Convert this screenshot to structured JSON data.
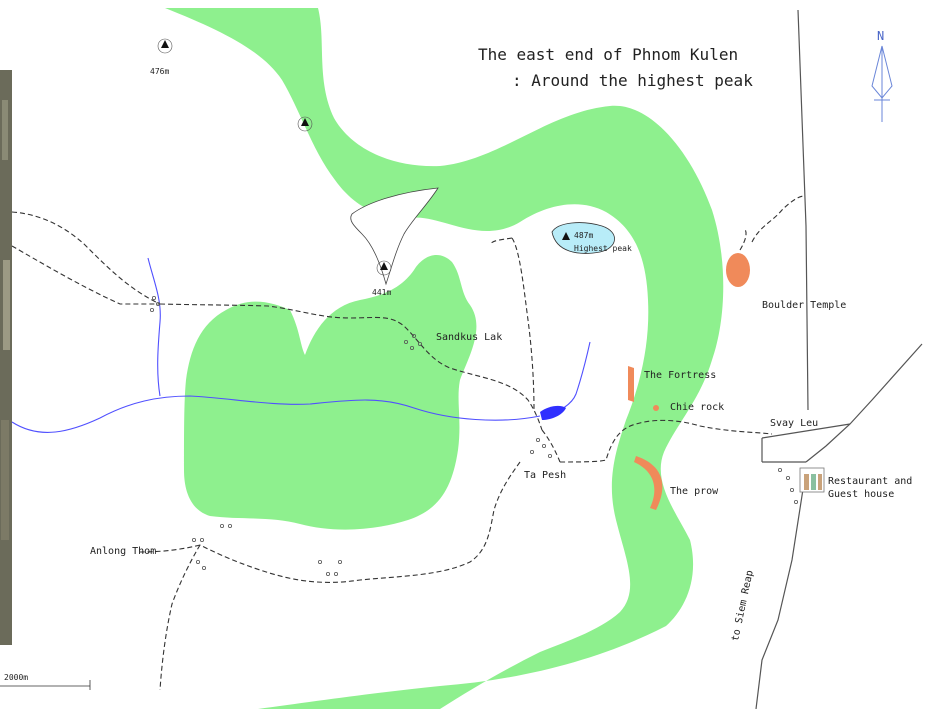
{
  "title": {
    "line1": "The east end of Phnom Kulen",
    "line2": ": Around the highest peak"
  },
  "compass": {
    "label": "N"
  },
  "scale": {
    "label": "2000m"
  },
  "peaks": {
    "p1": "476m",
    "p2": "",
    "p3": "441m",
    "highest_elev": "487m",
    "highest_label": "Highest peak"
  },
  "places": {
    "boulder_temple": "Boulder Temple",
    "sandkus": "Sandkus Lak",
    "fortress": "The Fortress",
    "chie_rock": "Chie rock",
    "svay_leu": "Svay Leu",
    "restaurant_l1": "Restaurant and",
    "restaurant_l2": "Guest house",
    "ta_pesh": "Ta Pesh",
    "prow": "The prow",
    "anlong_thom": "Anlong Thom",
    "road_dest": "to Siem Reap"
  },
  "colors": {
    "forest": "#8ef08e",
    "highlight": "#f08a5a",
    "lake": "#b8ecf8",
    "water": "#3030ff",
    "river": "#5050ff",
    "path": "#333333"
  }
}
